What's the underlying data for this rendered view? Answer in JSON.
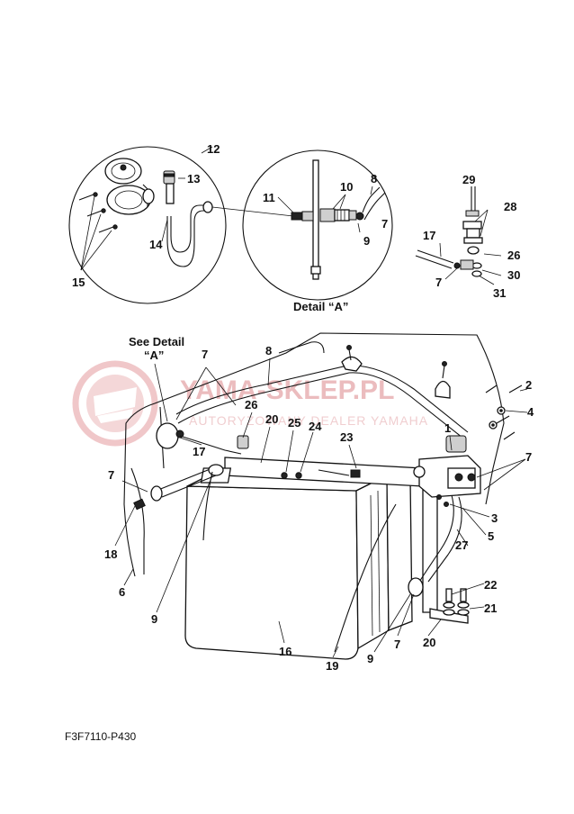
{
  "title": "",
  "detail_caption": "Detail “A”",
  "see_detail_line1": "See  Detail",
  "see_detail_line2": "“A”",
  "drawing_code": "F3F7110-P430",
  "watermark": {
    "main": "YAMA-SKLEP.PL",
    "sub": "AUTORYZOWANY DEALER YAMAHA"
  },
  "callouts": {
    "c12": "12",
    "c13": "13",
    "c14": "14",
    "c15": "15",
    "d8": "8",
    "d10": "10",
    "d11": "11",
    "d7": "7",
    "d9": "9",
    "r29": "29",
    "r28": "28",
    "r17": "17",
    "r26": "26",
    "r7": "7",
    "r30": "30",
    "r31": "31",
    "m7a": "7",
    "m8": "8",
    "m26": "26",
    "m20a": "20",
    "m25": "25",
    "m24": "24",
    "m23": "23",
    "m1": "1",
    "m2": "2",
    "m4": "4",
    "m7b": "7",
    "m3": "3",
    "m5": "5",
    "m27": "27",
    "m17": "17",
    "m7c": "7",
    "m18": "18",
    "m6": "6",
    "m9a": "9",
    "m16": "16",
    "m19": "19",
    "m9b": "9",
    "m7d": "7",
    "m20b": "20",
    "m22": "22",
    "m21": "21"
  }
}
